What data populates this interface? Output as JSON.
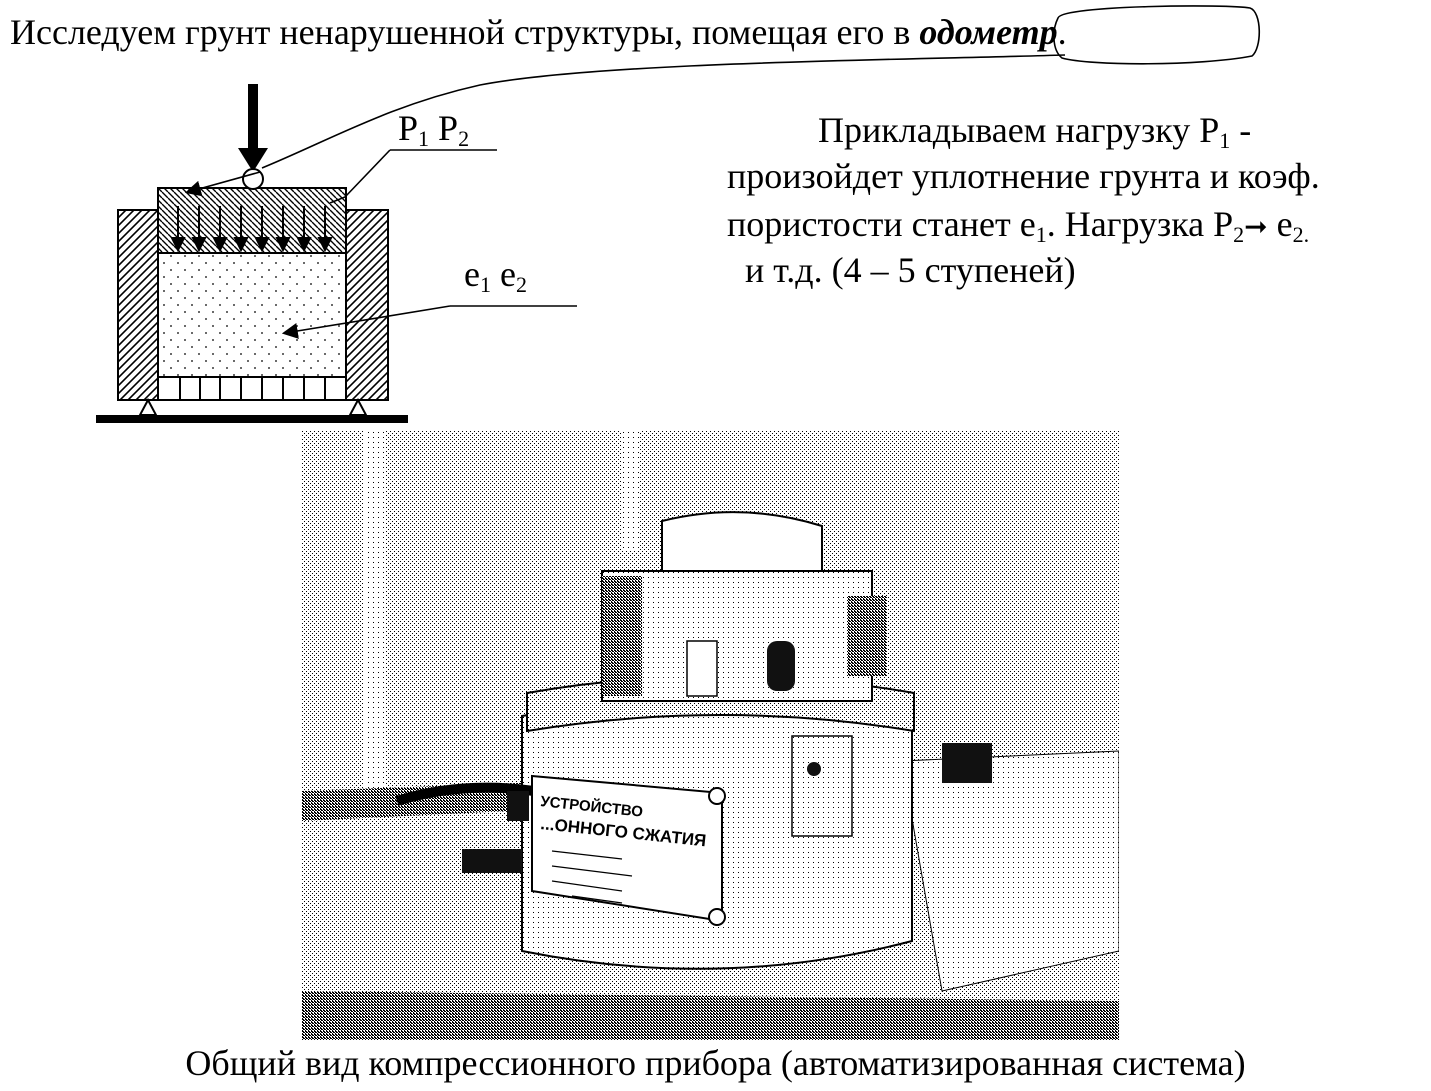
{
  "heading": {
    "text_before": "Исследуем грунт ненарушенной  структуры, помещая его в ",
    "term": "одометр",
    "text_after": "."
  },
  "diagram": {
    "load_symbol": "P",
    "load_index_1": "1",
    "load_index_2": "2",
    "void_symbol": "e",
    "void_index_1": "1",
    "void_index_2": "2",
    "load_arrow_icon": "down-arrow-icon",
    "support_icon": "triangle-support-icon"
  },
  "description": {
    "line1_a": "Прикладываем  нагрузку P",
    "line1_sub": "1",
    "line1_b": " -",
    "line2": "произойдет  уплотнение грунта и коэф.",
    "line3_a": "пористости станет e",
    "line3_sub1": "1",
    "line3_b": ". Нагрузка P",
    "line3_sub2": "2",
    "line3_arrow": "➞",
    "line3_c": " e",
    "line3_sub3": "2.",
    "line4": "и т.д. (4 – 5 ступеней)"
  },
  "photo": {
    "plate_line1": "УСТРОЙСТВО",
    "plate_line2": "...ОННОГО СЖАТИЯ"
  },
  "caption": "Общий вид компрессионного прибора (автоматизированная система)"
}
